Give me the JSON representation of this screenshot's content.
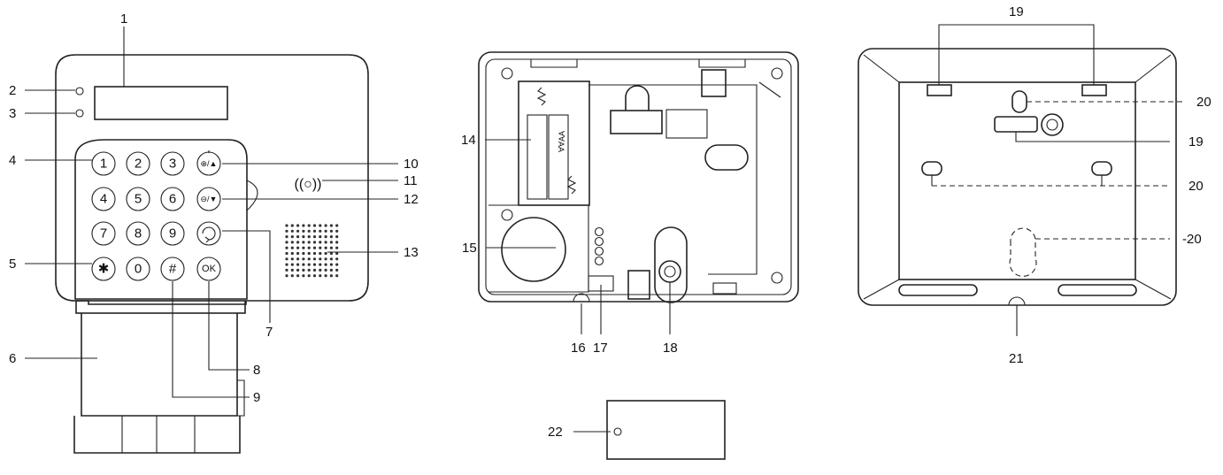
{
  "callouts": {
    "c1": "1",
    "c2": "2",
    "c3": "3",
    "c4": "4",
    "c5": "5",
    "c6": "6",
    "c7": "7",
    "c8": "8",
    "c9": "9",
    "c10": "10",
    "c11": "11",
    "c12": "12",
    "c13": "13",
    "c14": "14",
    "c15": "15",
    "c16": "16",
    "c17": "17",
    "c18": "18",
    "c19a": "19",
    "c19b": "19",
    "c20a": "20",
    "c20b": "20",
    "c20c": "-20",
    "c21": "21",
    "c22": "22"
  },
  "keypad": {
    "k1": "1",
    "k2": "2",
    "k3": "3",
    "k4": "4",
    "k5": "5",
    "k6": "6",
    "k7": "7",
    "k8": "8",
    "k9": "9",
    "kstar": "✱",
    "k0": "0",
    "khash": "#",
    "kok": "OK"
  },
  "battery_label": "AA"
}
